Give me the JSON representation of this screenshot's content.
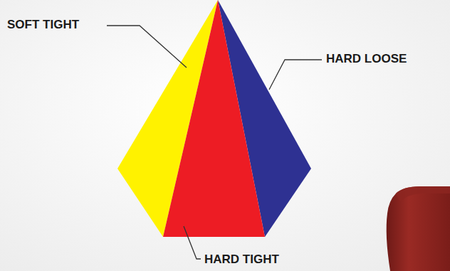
{
  "diagram": {
    "labels": [
      "SOFT TIGHT",
      "HARD LOOSE",
      "HARD TIGHT"
    ]
  }
}
